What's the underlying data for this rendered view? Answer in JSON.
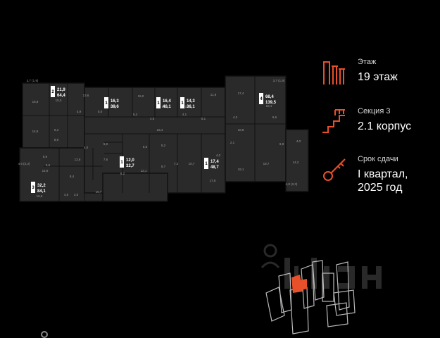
{
  "info": {
    "floor_label": "Этаж",
    "floor_value": "19 этаж",
    "section_label": "Секция 3",
    "section_value": "2.1 корпус",
    "deadline_label": "Срок сдачи",
    "deadline_line1": "I квартал,",
    "deadline_line2": "2025 год"
  },
  "colors": {
    "accent": "#e8502a",
    "room_fill": "#2a2a2a",
    "wall": "#111111",
    "room_text": "#9a9a9a"
  },
  "icons": {
    "floor": "floor-building-icon",
    "section": "section-stairs-icon",
    "deadline": "key-icon"
  },
  "apartments": {
    "a1": {
      "rooms": "2",
      "area1": "21,9",
      "area2": "64,4"
    },
    "a2": {
      "rooms": "1",
      "area1": "16,3",
      "area2": "39,6"
    },
    "a3": {
      "rooms": "1",
      "area1": "16,4",
      "area2": "40,1"
    },
    "a4": {
      "rooms": "1",
      "area1": "14,3",
      "area2": "36,1"
    },
    "a5": {
      "rooms": "4",
      "area1": "68,4",
      "area2": "139,5"
    },
    "a6": {
      "rooms": "1",
      "area1": "12,0",
      "area2": "32,7"
    },
    "a7": {
      "rooms": "1",
      "area1": "17,4",
      "area2": "48,7"
    },
    "a8": {
      "rooms": "3",
      "area1": "32,2",
      "area2": "84,1"
    }
  },
  "rooms": {
    "r1": "3,7 (1,9)",
    "r2": "16,9",
    "r3": "15,0",
    "r4": "13,6",
    "r5": "16,3",
    "r6": "15,0",
    "r7": "16,4",
    "r8": "14,3",
    "r9": "11,9",
    "r10": "17,4",
    "r11": "3,7 (1,9)",
    "r12": "18,1",
    "r13": "4,9",
    "r14": "5,0",
    "r15": "5,2",
    "r16": "4,5",
    "r17": "4,1",
    "r18": "5,1",
    "r19": "23,4",
    "r20": "18,8",
    "r21": "4,2",
    "r22": "5,6",
    "r23": "14,8",
    "r24": "9,3",
    "r25": "8,9",
    "r26": "5,8",
    "r27": "5,2",
    "r28": "2,1",
    "r29": "9,8",
    "r30": "4,0",
    "r31": "4,6 (2,3)",
    "r32": "14,9",
    "r33": "8,8",
    "r34": "13,6",
    "r35": "7,6",
    "r36": "8,2",
    "r37": "12,1",
    "r38": "9,7",
    "r39": "7,3",
    "r40": "10,7",
    "r41": "4,0",
    "r42": "17,8",
    "r43": "19,1",
    "r44": "18,7",
    "r45": "14,2",
    "r46": "4,8 (2,3)",
    "r47": "8,4",
    "r48": "16,5",
    "r49": "4,5",
    "r50": "3,5",
    "r51": "15,7",
    "r52": "4,0",
    "r53": "5,0",
    "r54": "6,6"
  }
}
